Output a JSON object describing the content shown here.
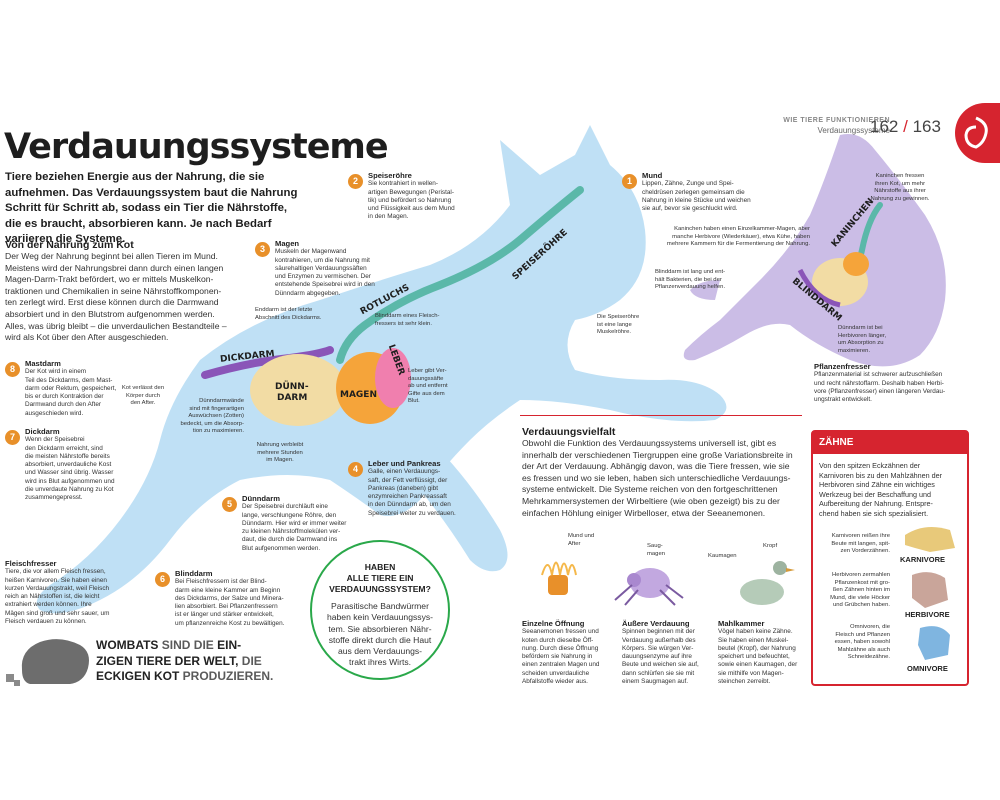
{
  "header": {
    "category": "WIE TIERE FUNKTIONIEREN",
    "subcategory": "Verdauungssysteme",
    "page_left": "162",
    "page_sep": "/",
    "page_right": "163"
  },
  "title": "Verdauungssysteme",
  "intro": "Tiere beziehen Energie aus der Nahrung, die sie aufnehmen. Das Verdauungssystem baut die Nahrung Schritt für Schritt ab, sodass ein Tier die Nährstoffe, die es braucht, absorbieren kann. Je nach Bedarf variieren die Systeme.",
  "section1": {
    "heading": "Von der Nahrung zum Kot",
    "lines": [
      "Der Weg der Nahrung beginnt bei allen Tieren im Mund.",
      "Meistens wird der Nahrungsbrei dann durch einen langen",
      "Magen-Darm-Trakt befördert, wo er mittels Muskelkon-",
      "traktionen und Chemikalien in seine Nährstoffkomponen-",
      "ten zerlegt wird. Erst diese können durch die Darmwand",
      "absorbiert und in den Blutstrom aufgenommen werden.",
      "Alles, was übrig bleibt – die unverdaulichen Bestandteile –",
      "wird als Kot über den After ausgeschieden."
    ]
  },
  "steps": [
    {
      "num": "1",
      "title": "Mund",
      "lines": [
        "Lippen, Zähne, Zunge und Spei-",
        "cheldrüsen zerlegen gemeinsam die",
        "Nahrung in kleine Stücke und weichen",
        "sie auf, bevor sie geschluckt wird."
      ]
    },
    {
      "num": "2",
      "title": "Speiseröhre",
      "lines": [
        "Sie kontrahiert in wellen-",
        "artigen Bewegungen (Peristal-",
        "tik) und befördert so Nahrung",
        "und Flüssigkeit aus dem Mund",
        "in den Magen."
      ]
    },
    {
      "num": "3",
      "title": "Magen",
      "lines": [
        "Muskeln der Magenwand",
        "kontrahieren, um die Nahrung mit",
        "säurehaltigen Verdauungssäften",
        "und Enzymen zu vermischen. Der",
        "entstehende Speisebrei wird in den",
        "Dünndarm abgegeben."
      ]
    },
    {
      "num": "4",
      "title": "Leber und Pankreas",
      "lines": [
        "Galle, einen Verdauungs-",
        "saft, der Fett verflüssigt, der",
        "Pankreas (daneben) gibt",
        "enzymreichen Pankreassaft",
        "in den Dünndarm ab, um den",
        "Speisebrei weiter zu verdauen."
      ]
    },
    {
      "num": "5",
      "title": "Dünndarm",
      "lines": [
        "Der Speisebrei durchläuft eine",
        "lange, verschlungene Röhre, den",
        "Dünndarm. Hier wird er immer weiter",
        "zu kleinen Nährstoffmolekülen ver-",
        "daut, die durch die Darmwand ins",
        "Blut aufgenommen werden."
      ]
    },
    {
      "num": "6",
      "title": "Blinddarm",
      "lines": [
        "Bei Fleischfressern ist der Blind-",
        "darm eine kleine Kammer am Beginn",
        "des Dickdarms, der Salze und Minera-",
        "lien absorbiert. Bei Pflanzenfressern",
        "ist er länger und stärker entwickelt,",
        "um pflanzenreiche Kost zu bewältigen."
      ]
    },
    {
      "num": "7",
      "title": "Dickdarm",
      "lines": [
        "Wenn der Speisebrei",
        "den Dickdarm erreicht, sind",
        "die meisten Nährstoffe bereits",
        "absorbiert, unverdauliche Kost",
        "und Wasser sind übrig. Wasser",
        "wird ins Blut aufgenommen und",
        "die unverdaute Nahrung zu Kot",
        "zusammengepresst."
      ]
    },
    {
      "num": "8",
      "title": "Mastdarm",
      "lines": [
        "Der Kot wird in einem",
        "Teil des Dickdarms, dem Mast-",
        "darm oder Rektum, gespeichert,",
        "bis er durch Kontraktion der",
        "Darmwand durch den After",
        "ausgeschieden wird."
      ]
    }
  ],
  "cat_annotations": {
    "kot": [
      "Kot verlässt den",
      "Körper durch",
      "den After."
    ],
    "enddarm": [
      "Enddarm ist der letzte",
      "Abschnitt des Dickdarms."
    ],
    "zotten": [
      "Dünndarmwände",
      "sind mit fingerartigen",
      "Auswüchsen (Zotten)",
      "bedeckt, um die Absorp-",
      "tion zu maximieren."
    ],
    "verbleib": [
      "Nahrung verbleibt",
      "mehrere Stunden",
      "im Magen."
    ],
    "blinddarm": [
      "Blinddarm eines Fleisch-",
      "fressers ist sehr klein."
    ],
    "leber": [
      "Leber gibt Ver-",
      "dauungssäfte",
      "ab und entfernt",
      "Gifte aus dem",
      "Blut."
    ],
    "speiseroehre": [
      "Die Speiseröhre",
      "ist eine lange",
      "Muskelröhre."
    ]
  },
  "organ_labels": {
    "dickdarm": "DICKDARM",
    "duenndarm_1": "DÜNN-",
    "duenndarm_2": "DARM",
    "magen": "MAGEN",
    "leber": "LEBER",
    "rotluchs": "ROTLUCHS",
    "speiseroehre": "SPEISERÖHRE",
    "kaninchen": "KANINCHEN",
    "blinddarm": "BLINDDARM"
  },
  "rabbit": {
    "kot": [
      "Kaninchen fressen",
      "ihren Kot, um mehr",
      "Nährstoffe aus ihrer",
      "Nahrung zu gewinnen."
    ],
    "magen": [
      "Kaninchen haben einen Einzelkammer-Magen, aber",
      "manche Herbivore (Wiederkäuer), etwa Kühe, haben",
      "mehrere Kammern für die Fermentierung der Nahrung."
    ],
    "blinddarm": [
      "Blinddarm ist lang und ent-",
      "hält Bakterien, die bei der",
      "Pflanzenverdauung helfen."
    ],
    "duenndarm": [
      "Dünndarm ist bei",
      "Herbivoren länger,",
      "um Absorption zu",
      "maximieren."
    ],
    "pflanzenfresser_title": "Pflanzenfresser",
    "pflanzenfresser": [
      "Pflanzenmaterial ist schwerer aufzuschließen",
      "und recht nährstoffarm. Deshalb haben Herbi-",
      "vore (Pflanzenfresser) einen längeren Verdau-",
      "ungstrakt entwickelt."
    ]
  },
  "fleischfresser": {
    "title": "Fleischfresser",
    "lines": [
      "Tiere, die vor allem Fleisch fressen,",
      "heißen Karnivoren. Sie haben einen",
      "kurzen Verdauungstrakt, weil Fleisch",
      "reich an Nährstoffen ist, die leicht",
      "extrahiert werden können. Ihre",
      "Mägen sind groß und sehr sauer, um",
      "Fleisch verdauen zu können."
    ]
  },
  "callout": {
    "title_lines": [
      "HABEN",
      "ALLE TIERE EIN",
      "VERDAUUNGSSYSTEM?"
    ],
    "lines": [
      "Parasitische Bandwürmer",
      "haben kein Verdauungssys-",
      "tem. Sie absorbieren Nähr-",
      "stoffe direkt durch die Haut",
      "aus dem Verdauungs-",
      "trakt ihres Wirts."
    ]
  },
  "wombat": {
    "part1": "WOMBATS",
    "part2": " SIND DIE ",
    "part3": "EIN-",
    "part4": "ZIGEN TIERE DER WELT,",
    "part5": " DIE",
    "part6": "ECKIGEN KOT",
    "part7": " PRODUZIEREN."
  },
  "vielfalt": {
    "heading": "Verdauungsvielfalt",
    "lines": [
      "Obwohl die Funktion des Verdauungssystems universell ist, gibt es",
      "innerhalb der verschiedenen Tiergruppen eine große Variationsbreite in",
      "der Art der Verdauung. Abhängig davon, was die Tiere fressen, wie sie",
      "es fressen und wo sie leben, haben sich unterschiedliche Verdauungs-",
      "systeme entwickelt. Die Systeme reichen von den fortgeschrittenen",
      "Mehrkammersystemen der Wirbeltiere (wie oben gezeigt) bis zu der",
      "einfachen Höhlung einiger Wirbelloser, etwa der Seeanemonen."
    ]
  },
  "examples": [
    {
      "title": "Einzelne Öffnung",
      "label": [
        "Mund und",
        "After"
      ],
      "lines": [
        "Seeanemonen fressen und",
        "koten durch dieselbe Öff-",
        "nung. Durch diese Öffnung",
        "befördern sie Nahrung in",
        "einen zentralen Magen und",
        "scheiden unverdauliche",
        "Abfallstoffe wieder aus."
      ]
    },
    {
      "title": "Äußere Verdauung",
      "label": [
        "Saug-",
        "magen"
      ],
      "lines": [
        "Spinnen beginnen mit der",
        "Verdauung außerhalb des",
        "Körpers. Sie würgen Ver-",
        "dauungsenzyme auf ihre",
        "Beute und weichen sie auf,",
        "dann schlürfen sie sie mit",
        "einem Saugmagen auf."
      ]
    },
    {
      "title": "Mahlkammer",
      "label_kaumagen": "Kaumagen",
      "label_kropf": "Kropf",
      "lines": [
        "Vögel haben keine Zähne.",
        "Sie haben einen Muskel-",
        "beutel (Kropf), der Nahrung",
        "speichert und befeuchtet,",
        "sowie einen Kaumagen, der",
        "sie mithilfe von Magen-",
        "steinchen zerreibt."
      ]
    }
  ],
  "zaehne": {
    "heading": "ZÄHNE",
    "lines": [
      "Von den spitzen Eckzähnen der",
      "Karnivoren bis zu den Mahlzähnen der",
      "Herbivoren sind Zähne ein wichtiges",
      "Werkzeug bei der Beschaffung und",
      "Aufbereitung der Nahrung. Entspre-",
      "chend haben sie sich spezialisiert."
    ],
    "items": [
      {
        "label": "KARNIVORE",
        "lines": [
          "Karnivoren reißen ihre",
          "Beute mit langen, spit-",
          "zen Vorderzähnen."
        ],
        "color": "#e8c97a"
      },
      {
        "label": "HERBIVORE",
        "lines": [
          "Herbivoren zermahlen",
          "Pflanzenkost mit gro-",
          "ßen Zähnen hinten im",
          "Mund, die viele Höcker",
          "und Grübchen haben."
        ],
        "color": "#c9a59a"
      },
      {
        "label": "OMNIVORE",
        "lines": [
          "Omnivoren, die",
          "Fleisch und Pflanzen",
          "essen, haben sowohl",
          "Mahlzähne als auch",
          "Schneidezähne."
        ],
        "color": "#7fb5e0"
      }
    ]
  },
  "colors": {
    "accent_red": "#d6242f",
    "step_orange": "#e8902a",
    "cat_blue": "#bfe0f5",
    "rabbit_purple": "#cbbde6",
    "callout_green": "#2aa84a"
  }
}
